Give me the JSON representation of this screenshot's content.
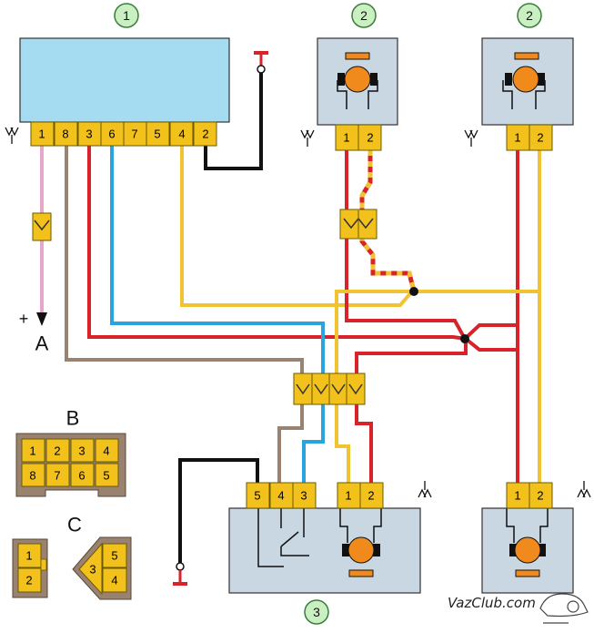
{
  "colors": {
    "black": "#111111",
    "red": "#d8232a",
    "yellow": "#f1c232",
    "blue": "#2aa4df",
    "brown": "#9a8271",
    "pink": "#e6a7c8",
    "connector": "#f2c11c",
    "unit1": "#a6dcf2",
    "motor_body": "#c9d7e3"
  },
  "callouts": {
    "unit": "1",
    "motor_left": "2",
    "motor_right": "2",
    "motor_bottom": "3"
  },
  "unit1_pins": [
    "1",
    "8",
    "3",
    "6",
    "7",
    "5",
    "4",
    "2"
  ],
  "motor_pins": [
    "1",
    "2"
  ],
  "unit3_pins": [
    "5",
    "4",
    "3",
    "1",
    "2"
  ],
  "labels": {
    "plus": "+",
    "a": "A",
    "b": "B",
    "c": "C"
  },
  "connector_b": {
    "top": [
      "1",
      "2",
      "3",
      "4"
    ],
    "bottom": [
      "8",
      "7",
      "6",
      "5"
    ]
  },
  "connector_c": {
    "left": [
      "1",
      "2"
    ],
    "right": [
      "3",
      "5",
      "4"
    ]
  },
  "watermark": "VazClub.com",
  "icons": [
    "ground-icon",
    "double-arrow-icon",
    "motor-icon",
    "fuse-icon",
    "car-logo-icon"
  ]
}
